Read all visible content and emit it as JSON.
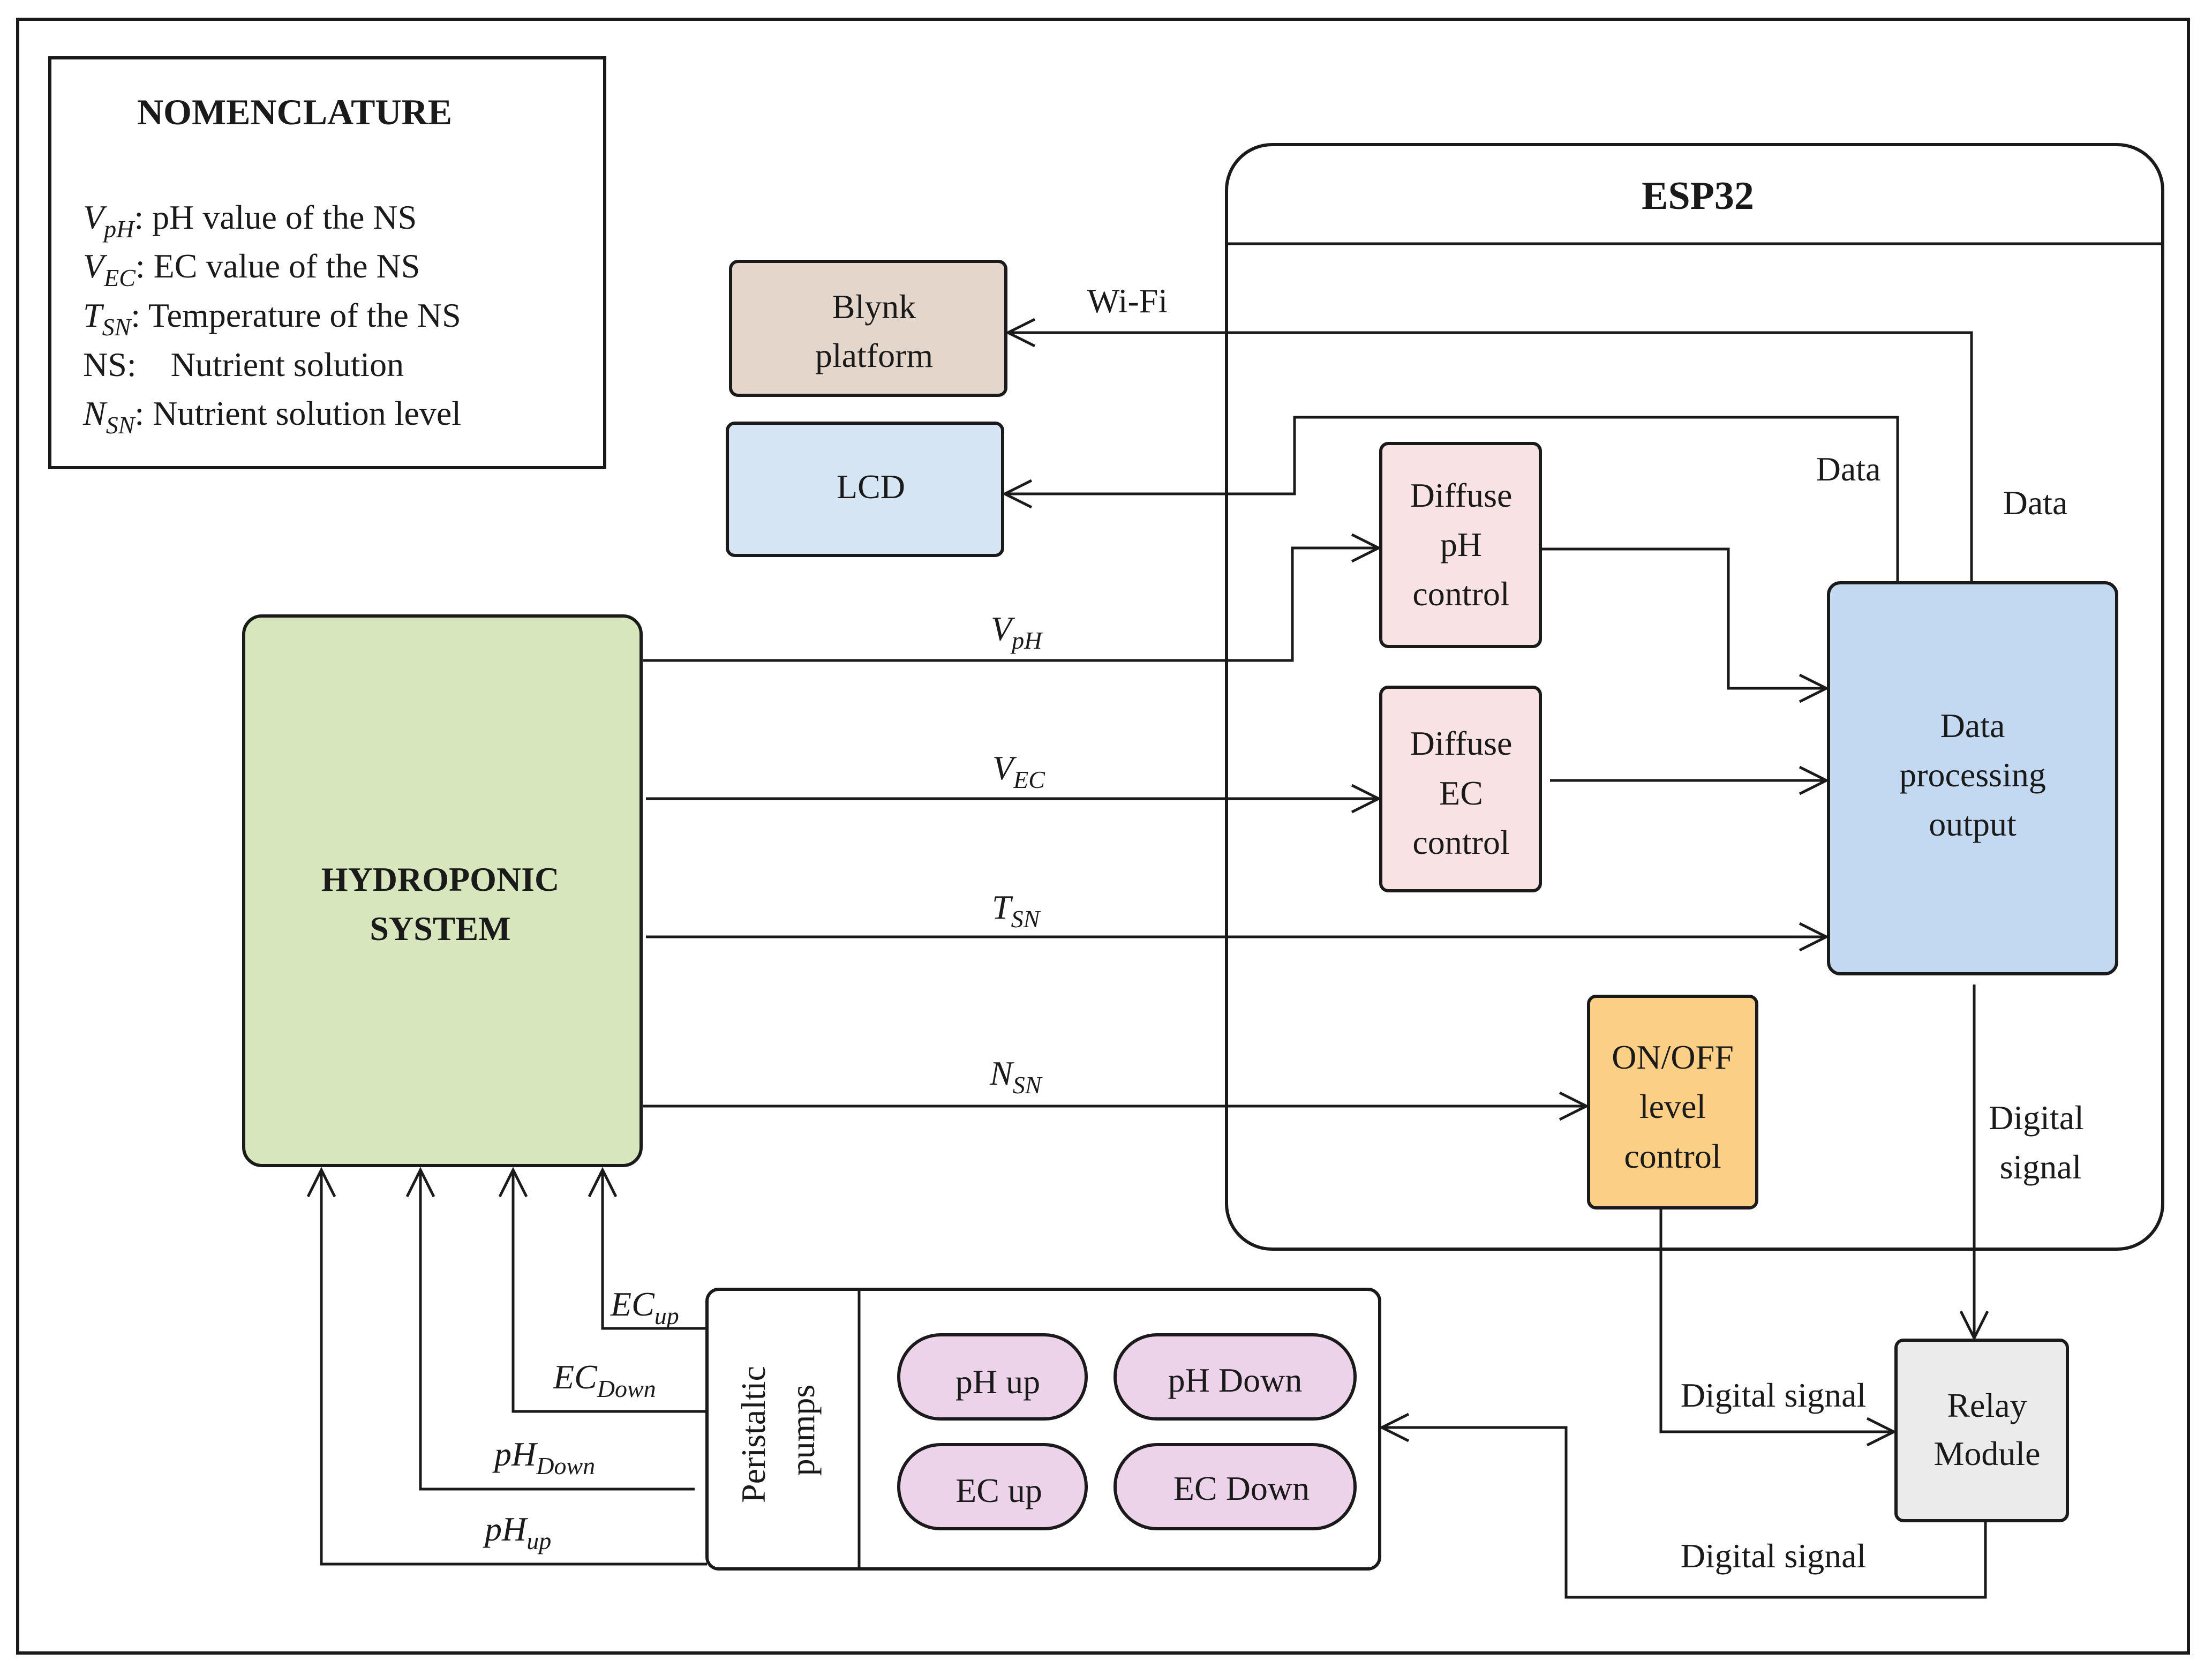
{
  "colors": {
    "hydroponic": "#d8e6bd",
    "blynk": "#e4d6ca",
    "lcd": "#d6e5f4",
    "diffuse": "#f8e2e4",
    "data_processing": "#c3d9f1",
    "onoff": "#fbcf85",
    "relay": "#ecebeb",
    "pill": "#ecd3ea",
    "stroke": "#1a1a1a"
  },
  "nomenclature": {
    "title": "NOMENCLATURE",
    "entries": [
      {
        "sym": "V",
        "sub": "pH",
        "text": ": pH value of the NS"
      },
      {
        "sym": "V",
        "sub": "EC",
        "text": ": EC value of the NS"
      },
      {
        "sym": "T",
        "sub": "SN",
        "text": ": Temperature of the NS"
      },
      {
        "sym": "NS",
        "sub": "",
        "text": ":    Nutrient solution"
      },
      {
        "sym": "N",
        "sub": "SN",
        "text": ": Nutrient solution level"
      }
    ]
  },
  "esp32": {
    "title": "ESP32"
  },
  "blynk": {
    "line1": "Blynk",
    "line2": "platform"
  },
  "lcd": {
    "label": "LCD"
  },
  "diffuse_ph": {
    "line1": "Diffuse",
    "line2": "pH",
    "line3": "control"
  },
  "diffuse_ec": {
    "line1": "Diffuse",
    "line2": "EC",
    "line3": "control"
  },
  "data_processing": {
    "line1": "Data",
    "line2": "processing",
    "line3": "output"
  },
  "onoff": {
    "line1": "ON/OFF",
    "line2": "level",
    "line3": "control"
  },
  "relay": {
    "line1": "Relay",
    "line2": "Module"
  },
  "hydroponic": {
    "line1": "HYDROPONIC",
    "line2": "SYSTEM"
  },
  "pumps": {
    "label_line1": "Peristaltic",
    "label_line2": "pumps",
    "ph_up": "pH up",
    "ph_down": "pH Down",
    "ec_up": "EC up",
    "ec_down": "EC Down"
  },
  "signals": {
    "wifi": "Wi-Fi",
    "data_lcd": "Data",
    "data_blynk": "Data",
    "digital_signal_relay_line1": "Digital",
    "digital_signal_relay_line2": "signal",
    "digital_signal_onoff": "Digital signal",
    "digital_signal_pumps": "Digital signal",
    "vph": {
      "main": "V",
      "sub": "pH"
    },
    "vec": {
      "main": "V",
      "sub": "EC"
    },
    "tsn": {
      "main": "T",
      "sub": "SN"
    },
    "nsn": {
      "main": "N",
      "sub": "SN"
    },
    "ec_up": {
      "main": "EC",
      "sub": "up"
    },
    "ec_down": {
      "main": "EC",
      "sub": "Down"
    },
    "ph_down": {
      "main": "pH",
      "sub": "Down"
    },
    "ph_up": {
      "main": "pH",
      "sub": "up"
    }
  }
}
